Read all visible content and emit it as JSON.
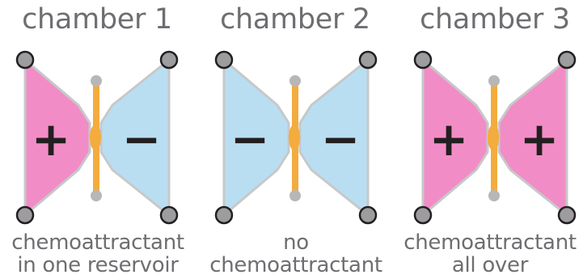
{
  "colors": {
    "attractant": "#f28cc6",
    "no_attractant": "#b9def2",
    "outline": "#c7c8ca",
    "channel": "#f3ac3d",
    "post": "#b7b7b7",
    "corner_fill": "#9d9d9f",
    "corner_stroke": "#231f20",
    "text": "#6d6e71"
  },
  "chambers": [
    {
      "title": "chamber 1",
      "left": {
        "sign": "+",
        "filled": true
      },
      "right": {
        "sign": "−",
        "filled": false
      },
      "caption_line1": "chemoattractant",
      "caption_line2": "in one reservoir"
    },
    {
      "title": "chamber 2",
      "left": {
        "sign": "−",
        "filled": false
      },
      "right": {
        "sign": "−",
        "filled": false
      },
      "caption_line1": "no",
      "caption_line2": "chemoattractant"
    },
    {
      "title": "chamber 3",
      "left": {
        "sign": "+",
        "filled": true
      },
      "right": {
        "sign": "+",
        "filled": true
      },
      "caption_line1": "chemoattractant",
      "caption_line2": "all over"
    }
  ]
}
